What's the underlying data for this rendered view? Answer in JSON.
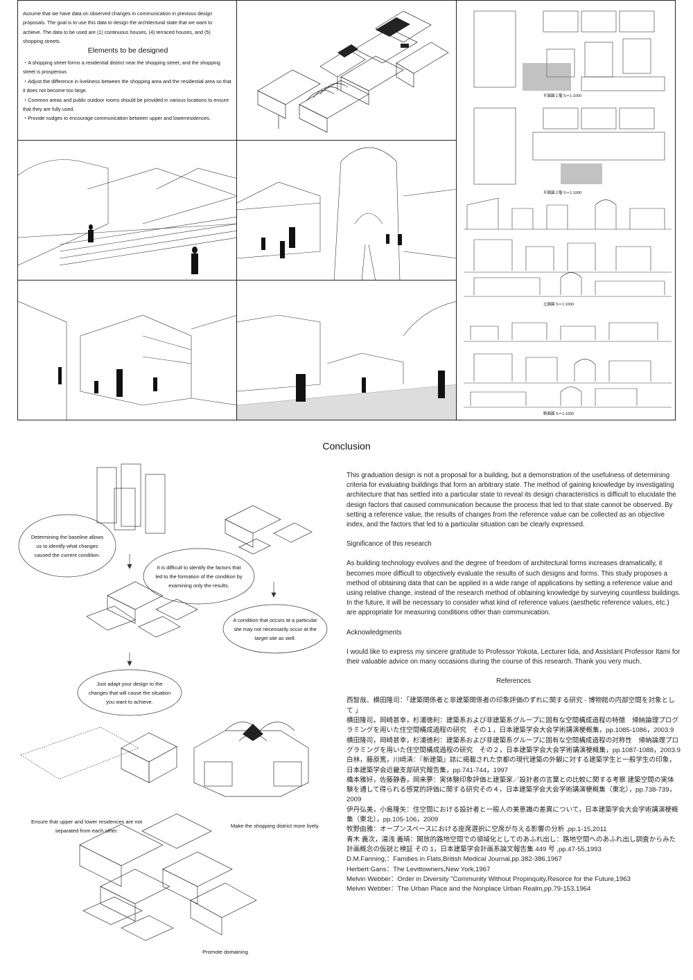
{
  "design": {
    "intro": "Assume that we have data on observed changes in communication in previous design proposals. The goal is to use this data to design the architectural state that we want to achieve. The data to be used are (1) continuous houses, (4) terraced houses, and (5) shopping streets.",
    "elements_title": "Elements to be designed",
    "bullets": [
      "・A shopping street forms a residential district near the shopping street, and the shopping street is prosperous",
      "・Adjust the difference in liveliness between the shopping area and the residential area so that it does not become too large.",
      "・Common areas and public outdoor rooms should be provided in various locations to ensure that they are fully used.",
      "・Provide nudges to encourage communication between upper and lowerresidences."
    ]
  },
  "drawings": {
    "plan1_label": "平面図１階  S＝1:1000",
    "plan2_label": "平面図２階  S＝1:1000",
    "elevation_label": "立面図  S＝1:1000",
    "section_label": "断面図  S＝1:1000"
  },
  "conclusion": {
    "title": "Conclusion",
    "bubbles": [
      "Determining the baseline allows us to identify what changes caused the current condition.",
      "It is difficult to identify the factors that led to the formation of the condition by examining only the results.",
      "A condition that occurs at a particular site may not necessarily occur at the target site as well.",
      "Just adapt your design to the changes that will cause the situation you want to achieve."
    ],
    "captions": [
      "Ensure that upper and lower residences are not separated from each other.",
      "Make the shopping district more lively.",
      "Promote domaining"
    ],
    "paragraph1": "This graduation design is not a proposal for a building, but a demonstration of the usefulness of determining criteria for evaluating buildings that form an arbitrary state. The method of gaining knowledge by investigating architecture that has settled into a particular state to reveal its design characteristics is difficult to elucidate the design factors that caused communication because the process that led to that state cannot be observed. By setting a reference value, the results of changes from the reference value can be collected as an objective index, and the factors that led to a particular situation can be clearly expressed.",
    "significance_heading": "Significance of this research",
    "significance_text": "As building technology evolves and the degree of freedom of architectural forms increases dramatically, it becomes more difficult to objectively evaluate the results of such designs and forms. This study proposes a method of obtaining data that can be applied in a wide range of applications by setting a reference value and using relative change, instead of the research method of obtaining knowledge by surveying countless buildings.",
    "future_text": "In the future, it will be necessary to consider what kind of reference values (aesthetic reference values, etc.) are appropriate for measuring conditions other than communication.",
    "ack_heading": "Acknowledgments",
    "ack_text": "I would like to express my sincere gratitude to Professor Yokota, Lecturer Iida, and Assistant Professor Itami for their valuable advice on many occasions during the course of this research. Thank you very much.",
    "references_heading": "References",
    "references": [
      "西智哉、横田隆司：「建築関係者と非建築関係者の印象評価のずれに関する研究 - 博物館の内部空間を対象として 」",
      "横田隆司，岡崎甚幸，杉浦徳利：建築系および非建築系グループに固有な空間構成過程の特徴　帰納論理プログラミングを用いた住空間構成過程の研究　その１，日本建築学会大会学術講演梗概集，pp.1085-1086，2003.9",
      "横田隆司，岡崎甚幸，杉浦徳利：建築系および非建築系グループに固有な空間構成過程の対称性　帰納論理プログラミングを用いた住空間構成過程の研究　その２，日本建築学会大会学術講演梗概集，pp.1087-1088，2003.9",
      "白林，藤原篤，川崎清：『新建築』誌に掲載された京都の現代建築の外観に対する建築学生と一般学生の印象，日本建築学会近畿支部研究報告集，pp.741-744，1997",
      "橋本雅好，佐藤静香，岡来夢：実体験印象評価と建築家／設計者の言葉との比較に関する考察 建築空間の実体験を通して得られる感覚的評価に関する研究その４，日本建築学会大会学術講演梗概集（東北），pp.738-739，2009",
      "伊丹弘美，小島隆矢：住空間における設計者と一般人の美意識の差異について，日本建築学会大会学術講演梗概集（東北），pp.105-106，2009",
      "牧野由雅：オープンスペースにおける座席選択に空席が与える影響の分析 ,pp.1-15,2011",
      "青木 義次，湯浅 義晴：開放的路地空間での領域化としてのあふれ出し：路地空間へのあふれ出し調査からみた計画概念の仮説と検証 その 1，日本建築学会計画系論文報告集 449 号 ,pp.47-55,1993",
      "D.M.Fanning,：Families in Flats,British Medical Journal,pp.382-386,1967",
      "Herbert Gans：The Levittowners,New York,1967",
      "Melvin Webber：Order in Diversity \"Community Without Propinquity,Resorce for the Future,1963",
      "Melvin Webber：The Urban Place and the Nonplace Urban Realm,pp.79-153,1964"
    ]
  }
}
